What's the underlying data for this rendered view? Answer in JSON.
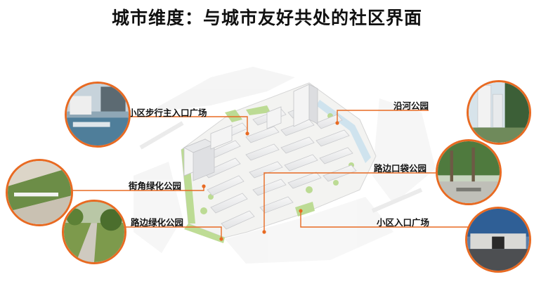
{
  "title": "城市维度：与城市友好共处的社区界面",
  "accent_color": "#e86a22",
  "callouts": [
    {
      "id": "entrance-plaza",
      "label": "小区步行主入口广场"
    },
    {
      "id": "river-park",
      "label": "沿河公园"
    },
    {
      "id": "corner-green-park",
      "label": "街角绿化公园"
    },
    {
      "id": "roadside-pocket-park",
      "label": "路边口袋公园"
    },
    {
      "id": "roadside-green-park",
      "label": "路边绿化公园"
    },
    {
      "id": "community-entrance-plaza",
      "label": "小区入口广场"
    }
  ]
}
